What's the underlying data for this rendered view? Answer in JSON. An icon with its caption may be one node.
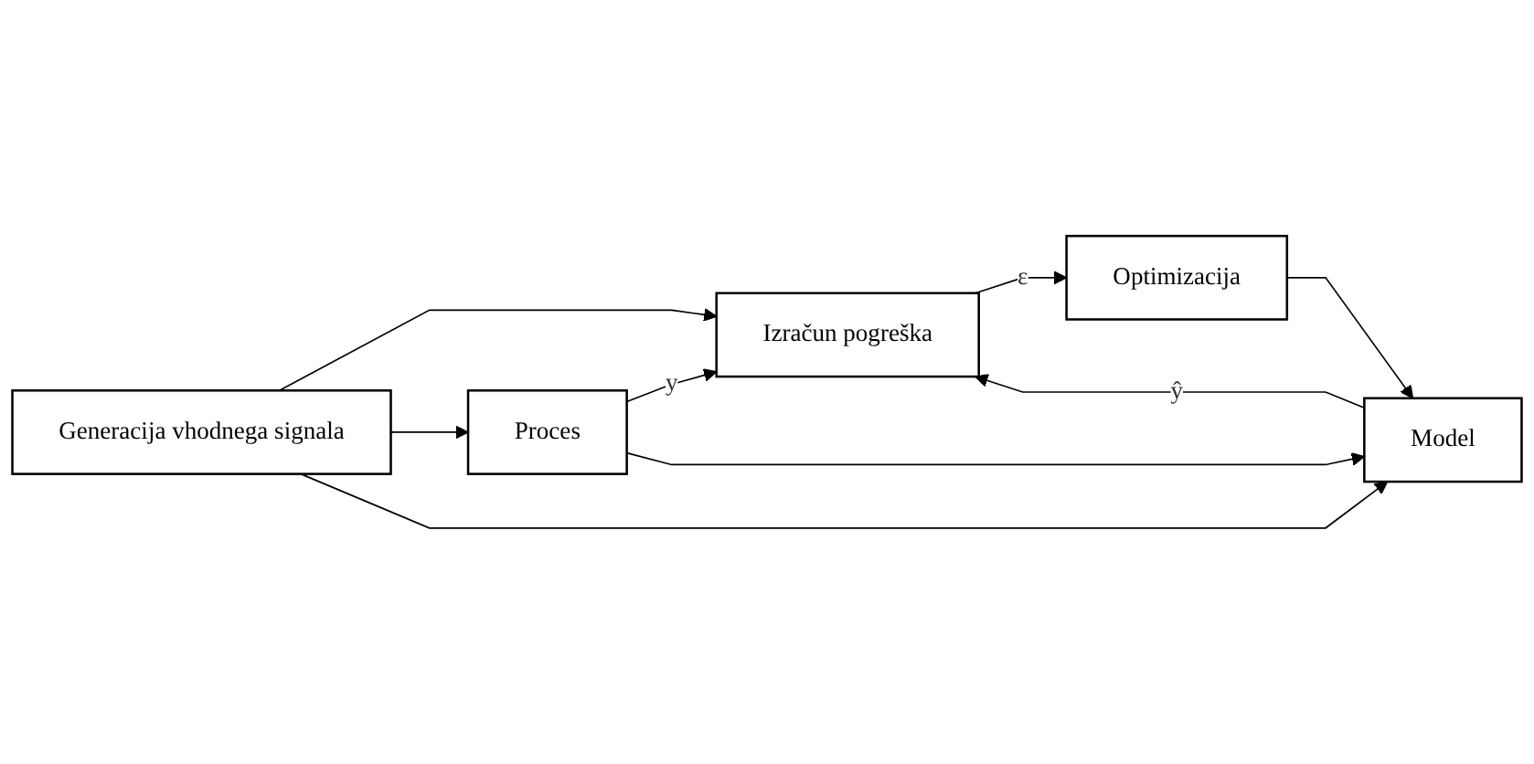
{
  "diagram": {
    "nodes": [
      {
        "text": [
          "Generacija vhodnega signala"
        ]
      },
      {
        "text": [
          "Proces"
        ]
      },
      {
        "text": [
          "Model"
        ]
      },
      {
        "text": [
          "Izračun pogreška"
        ]
      },
      {
        "text": [
          "Optimizacija"
        ]
      }
    ],
    "edges": [
      {
        "from": 0,
        "to": 3,
        "arrow": "to"
      },
      {
        "from": 0,
        "to": 1,
        "arrow": "to"
      },
      {
        "from": 0,
        "to": 2,
        "arrow": "to"
      },
      {
        "from": 1,
        "to": 3,
        "label": "y",
        "arrow": "to"
      },
      {
        "from": 1,
        "to": 2,
        "arrow": "to"
      },
      {
        "from": 2,
        "to": 3,
        "label": "ŷ",
        "arrow": "to"
      },
      {
        "from": 3,
        "to": 4,
        "label": "ε",
        "arrow": "to"
      },
      {
        "from": 4,
        "to": 2,
        "arrow": "to"
      }
    ]
  }
}
